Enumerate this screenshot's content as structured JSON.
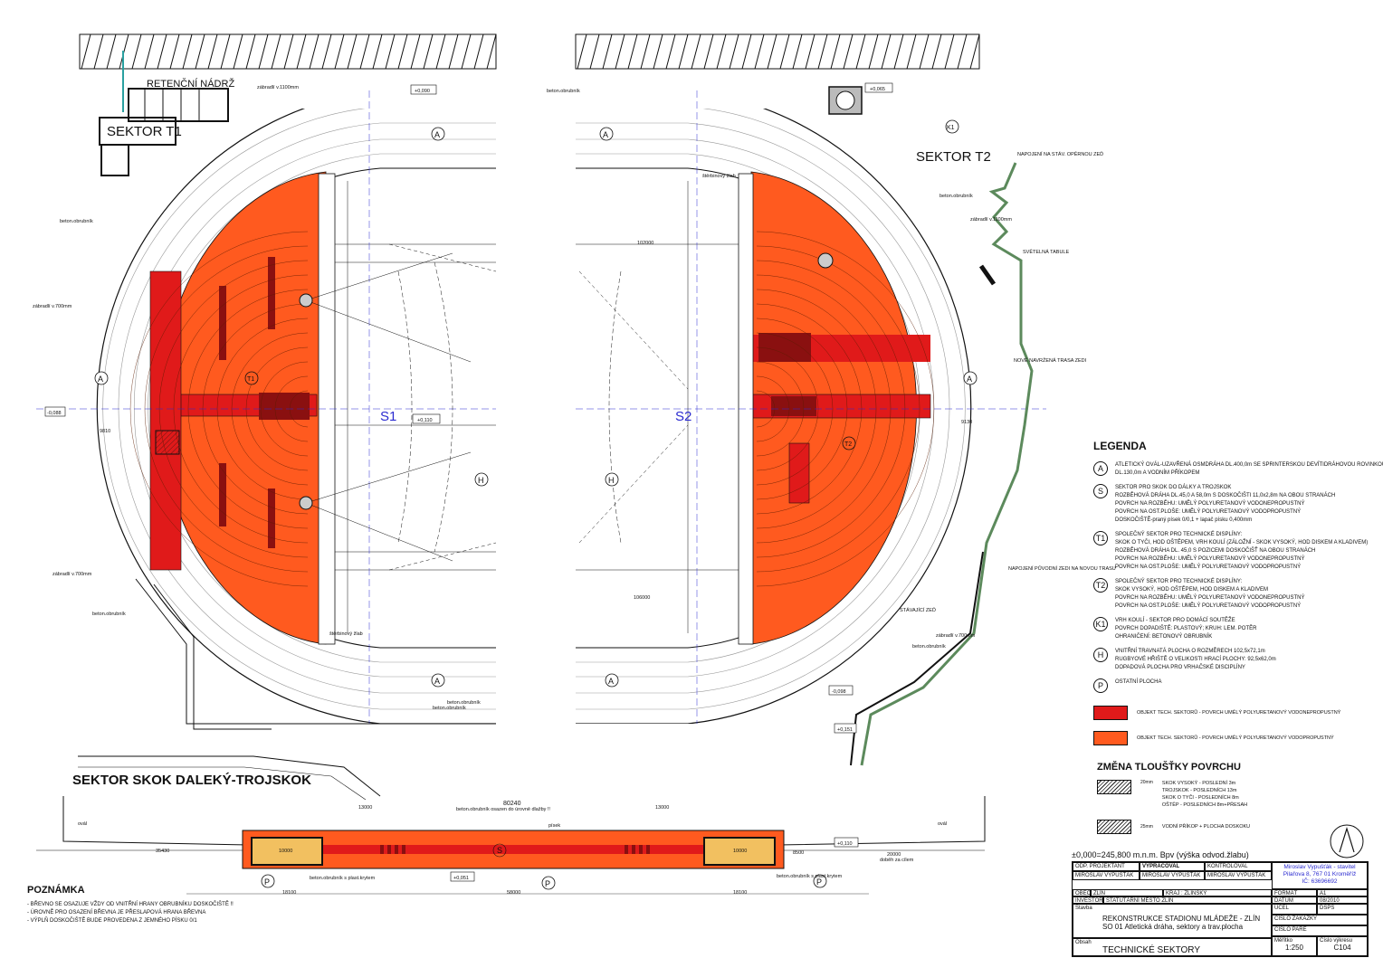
{
  "labels": {
    "retention_tank": "RETENČNÍ NÁDRŽ",
    "sector_t1": "SEKTOR T1",
    "sector_t2": "SEKTOR T2",
    "sector_jump": "SEKTOR SKOK DALEKÝ-TROJSKOK",
    "s1": "S1",
    "s2": "S2",
    "t2_marker": "T2",
    "k1_marker": "K1",
    "a_marker": "A",
    "h_marker": "H",
    "p_marker": "P",
    "s_marker": "S",
    "t1_marker": "T1",
    "concrete_curb": "beton.obrubník",
    "railing": "zábradlí v.1100mm",
    "railing_700": "zábradlí v.700mm",
    "drainage": "štěrbinový žlab",
    "light_board": "SVĚTELNÁ TABULE",
    "connection_building": "NAPOJENÍ NA STÁV. OPĚRNOU ZEĎ",
    "new_route_wall": "NOVĚ NAVRŽENÁ TRASA ZEDI",
    "connect_wall": "NAPOJENÍ PŮVODNÍ ZEDI NA NOVOU TRASU",
    "existing_wall": "STÁVAJÍCÍ ZEĎ",
    "oval": "ovál",
    "depth_note": "beton.obrubník osazen do úrovně dlažby !!",
    "curb_flush": "beton.obrubník s plast.krytem",
    "label_dist": "80240",
    "finish_dist": "doběh za cílem",
    "pisek": "písek",
    "elevation_note": "±0,000=245,800 m.n.m. Bpv (výška odvod.žlabu)"
  },
  "legend": {
    "title": "LEGENDA",
    "items": [
      {
        "sym": "A",
        "lines": [
          "ATLETICKÝ OVÁL-UZAVŘENÁ OSMDRÁHA DL.400,0m SE SPRINTERSKOU DEVÍTIDRÁHOVOU ROVINKOU",
          "DL.130,0m A VODNÍM PŘÍKOPEM"
        ]
      },
      {
        "sym": "S",
        "lines": [
          "SEKTOR PRO SKOK DO DÁLKY A TROJSKOK",
          "ROZBĚHOVÁ DRÁHA DL.45,0 A 58,0m S DOSKOČIŠTI 11,0x2,8m NA OBOU STRANÁCH",
          "POVRCH NA ROZBĚHU: UMĚLÝ POLYURETANOVÝ VODONEPROPUSTNÝ",
          "POVRCH NA OST.PLOŠE: UMĚLÝ POLYURETANOVÝ VODOPROPUSTNÝ",
          "DOSKOČIŠTĚ-praný písek 0/0,1 + lapač písku 0,400mm"
        ]
      },
      {
        "sym": "T1",
        "lines": [
          "SPOLEČNÝ SEKTOR PRO TECHNICKÉ DISPLÍNY:",
          "SKOK O TYČI, HOD OŠTĚPEM, VRH KOULÍ (ZÁLOŽNÍ - SKOK VYSOKÝ, HOD DISKEM A KLADIVEM)",
          "ROZBĚHOVÁ DRÁHA DL. 45,0 S POZICEMI DOSKOČIŠŤ NA OBOU STRANÁCH",
          "POVRCH NA ROZBĚHU: UMĚLÝ POLYURETANOVÝ VODONEPROPUSTNÝ",
          "POVRCH NA OST.PLOŠE: UMĚLÝ POLYURETANOVÝ VODOPROPUSTNÝ"
        ]
      },
      {
        "sym": "T2",
        "lines": [
          "SPOLEČNÝ SEKTOR PRO TECHNICKÉ DISPLÍNY:",
          "SKOK VYSOKÝ, HOD OŠTĚPEM, HOD DISKEM A KLADIVEM",
          "POVRCH NA ROZBĚHU: UMĚLÝ POLYURETANOVÝ VODONEPROPUSTNÝ",
          "POVRCH NA OST.PLOŠE: UMĚLÝ POLYURETANOVÝ VODOPROPUSTNÝ"
        ]
      },
      {
        "sym": "K1",
        "lines": [
          "VRH KOULÍ - SEKTOR PRO DOMÁCÍ SOUTĚŽE",
          "POVRCH DOPADIŠTĚ: PLASTOVÝ; KRUH: LEM. POTĚR",
          "OHRANIČENÍ: BETONOVÝ OBRUBNÍK"
        ]
      },
      {
        "sym": "H",
        "lines": [
          "VNITŘNÍ TRAVNATÁ PLOCHA O ROZMĚRECH 102,5x72,1m",
          "RUGBYOVÉ HŘIŠTĚ O VELIKOSTI HRACÍ PLOCHY: 92,5x62,0m",
          "DOPADOVÁ PLOCHA PRO VRHAČSKÉ DISCIPLÍNY"
        ]
      },
      {
        "sym": "P",
        "lines": [
          "OSTATNÍ PLOCHA"
        ]
      }
    ],
    "swatches": [
      {
        "color": "#e01a1a",
        "label": "OBJEKT TECH. SEKTORŮ - POVRCH UMĚLÝ POLYURETANOVÝ VODONEPROPUSTNÝ"
      },
      {
        "color": "#ff5a1f",
        "label": "OBJEKT TECH. SEKTORŮ - POVRCH UMĚLÝ POLYURETANOVÝ VODOPROPUSTNÝ"
      }
    ]
  },
  "change": {
    "title": "ZMĚNA TLOUŠŤKY POVRCHU",
    "r1_thick": "20mm",
    "r1_lines": [
      "SKOK VYSOKÝ - POSLEDNÍ 3m",
      "TROJSKOK - POSLEDNÍCH 13m",
      "SKOK O TYČI - POSLEDNÍCH 8m",
      "OŠTĚP - POSLEDNÍCH 8m+PŘESAH"
    ],
    "r2_thick": "25mm",
    "r2_line": "VODNÍ PŘÍKOP + PLOCHA DOSKOKU"
  },
  "note": {
    "title": "POZNÁMKA",
    "lines": [
      "- BŘEVNO SE OSAZUJE VŽDY OD VNITŘNÍ HRANY OBRUBNÍKU DOSKOČIŠTĚ !!",
      "- ÚROVNĚ PRO OSAZENÍ BŘEVNA JE PŘESLAPOVÁ HRANA BŘEVNA",
      "- VÝPLŇ DOSKOČIŠTĚ BUDE PROVEDENA Z JEMNÉHO PÍSKU 0/1"
    ]
  },
  "titleblock": {
    "odp_projektant": "ODP. PROJEKTANT",
    "vypracoval": "VYPRACOVAL",
    "kontroloval": "KONTROLOVAL",
    "name1": "MIROSLAV VYPUŠŤÁK",
    "name2": "MIROSLAV VYPUŠŤÁK",
    "name3": "MIROSLAV VYPUŠŤÁK",
    "firm1": "Miroslav Vypušťák - stavitel",
    "firm2": "Pilařova 8, 767 01 Kroměříž",
    "firm3": "IČ: 63696692",
    "obec_l": "OBEC",
    "obec": "ZLÍN",
    "kraj": "KRAJ : ZLÍNSKÝ",
    "investor_l": "INVESTOR",
    "investor": "STATUTÁRNÍ MĚSTO ZLÍN",
    "stavba_l": "Stavba",
    "stavba": "REKONSTRUKCE STADIONU MLÁDEŽE - ZLÍN",
    "so": "SO 01 Atletická dráha, sektory a trav.plocha",
    "obsah_l": "Obsah",
    "obsah": "TECHNICKÉ SEKTORY",
    "format_l": "FORMÁT",
    "format": "A1",
    "datum_l": "DATUM",
    "datum": "08/2010",
    "ucel_l": "ÚČEL",
    "ucel": "DSPS",
    "zakazky_l": "ČÍSLO ZAKÁZKY",
    "pare_l": "ČÍSLO PARE",
    "meritko_l": "Měřítko",
    "meritko": "1:250",
    "cislo_l": "Číslo výkresu",
    "cislo": "C104"
  },
  "dims": {
    "d13000a": "13000",
    "d13000b": "13000",
    "d58000": "58000",
    "d18100a": "18100",
    "d18100b": "18100",
    "d20000": "20000",
    "d35430": "35430",
    "d8500": "8500",
    "d10000a": "10000",
    "d10000b": "10000",
    "d102000": "102000",
    "d106000": "106000",
    "d9810": "9810",
    "d9130": "9130"
  },
  "levels": {
    "l1": "+0,110",
    "l2": "+0,090",
    "l3": "+0,065",
    "l4": "-0,088",
    "l5": "+0,151",
    "l6": "+0,051",
    "l7": "-0,098",
    "l8": "+0,110"
  },
  "colors": {
    "sector_orange": "#ff5a1f",
    "sector_red": "#e01a1a",
    "dark_red": "#8a1010",
    "wall_green": "#5c8a5c",
    "annotation_blue": "#2b2bd0"
  }
}
